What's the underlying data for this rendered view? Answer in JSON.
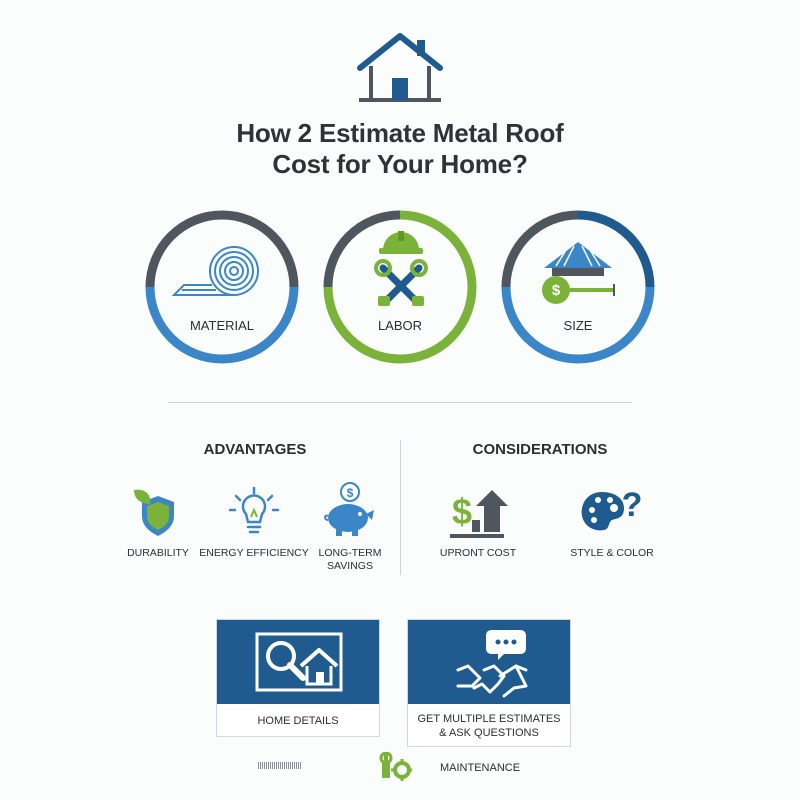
{
  "title": {
    "line1": "How 2 Estimate Metal Roof",
    "line2": "Cost for Your Home?"
  },
  "factors": [
    {
      "label": "MATERIAL",
      "icon": "insulation-roll-icon"
    },
    {
      "label": "LABOR",
      "icon": "hardhat-tools-icon"
    },
    {
      "label": "SIZE",
      "icon": "house-measure-icon"
    }
  ],
  "advantages": {
    "heading": "ADVANTAGES",
    "items": [
      {
        "label": "DURABILITY",
        "icon": "leaf-shield-icon"
      },
      {
        "label": "ENERGY EFFICIENCY",
        "icon": "lightbulb-icon"
      },
      {
        "label_line1": "LONG-TERM",
        "label_line2": "SAVINGS",
        "icon": "piggy-bank-icon"
      }
    ]
  },
  "considerations": {
    "heading": "CONSIDERATIONS",
    "items": [
      {
        "label": "UPRONT COST",
        "icon": "dollar-arrow-icon"
      },
      {
        "label": "STYLE & COLOR",
        "icon": "palette-question-icon"
      }
    ]
  },
  "steps": [
    {
      "label": "HOME DETAILS",
      "icon": "magnify-house-icon"
    },
    {
      "label_line1": "GET MULTIPLE ESTIMATES",
      "label_line2": "& ASK QUESTIONS",
      "icon": "handshake-chat-icon"
    }
  ],
  "footer": {
    "maintenance_label": "MAINTENANCE",
    "icon": "gears-icon"
  },
  "colors": {
    "blue": "#3b86c6",
    "dark_blue": "#1f5b8e",
    "gray": "#4f565e",
    "green": "#7bb33a"
  }
}
